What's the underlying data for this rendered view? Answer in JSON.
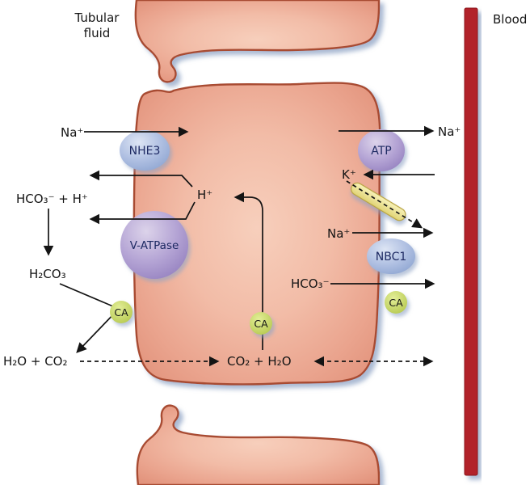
{
  "regions": {
    "tubular_fluid_label": "Tubular fluid",
    "blood_label": "Blood"
  },
  "apical": {
    "na_in": "Na⁺",
    "nhe3": "NHE3",
    "h_plus": "H⁺",
    "v_atpase": "V-ATPase",
    "hco3_plus_h": "HCO₃⁻ + H⁺",
    "h2co3": "H₂CO₃",
    "h2o_co2": "H₂O + CO₂",
    "ca": "CA"
  },
  "cytosol": {
    "co2_h2o": "CO₂ + H₂O",
    "hco3": "HCO₃⁻",
    "ca": "CA"
  },
  "basolateral": {
    "na_out_top": "Na⁺",
    "atp_pump": "ATP",
    "k_in": "K⁺",
    "na_out_mid": "Na⁺",
    "nbc1": "NBC1",
    "ca": "CA"
  },
  "colors": {
    "cell_fill": "#f0b5a2",
    "cell_stroke": "#a84b32",
    "blood_bar": "#b2222a",
    "blood_bar_edge": "#8c161c",
    "transporter_blue": "#9fb3da",
    "transporter_purple": "#a795c9",
    "enzyme_green": "#c3d35f",
    "channel_yellow": "#efe59c",
    "shadow": "#8fa3c4",
    "arrow": "#141414"
  }
}
